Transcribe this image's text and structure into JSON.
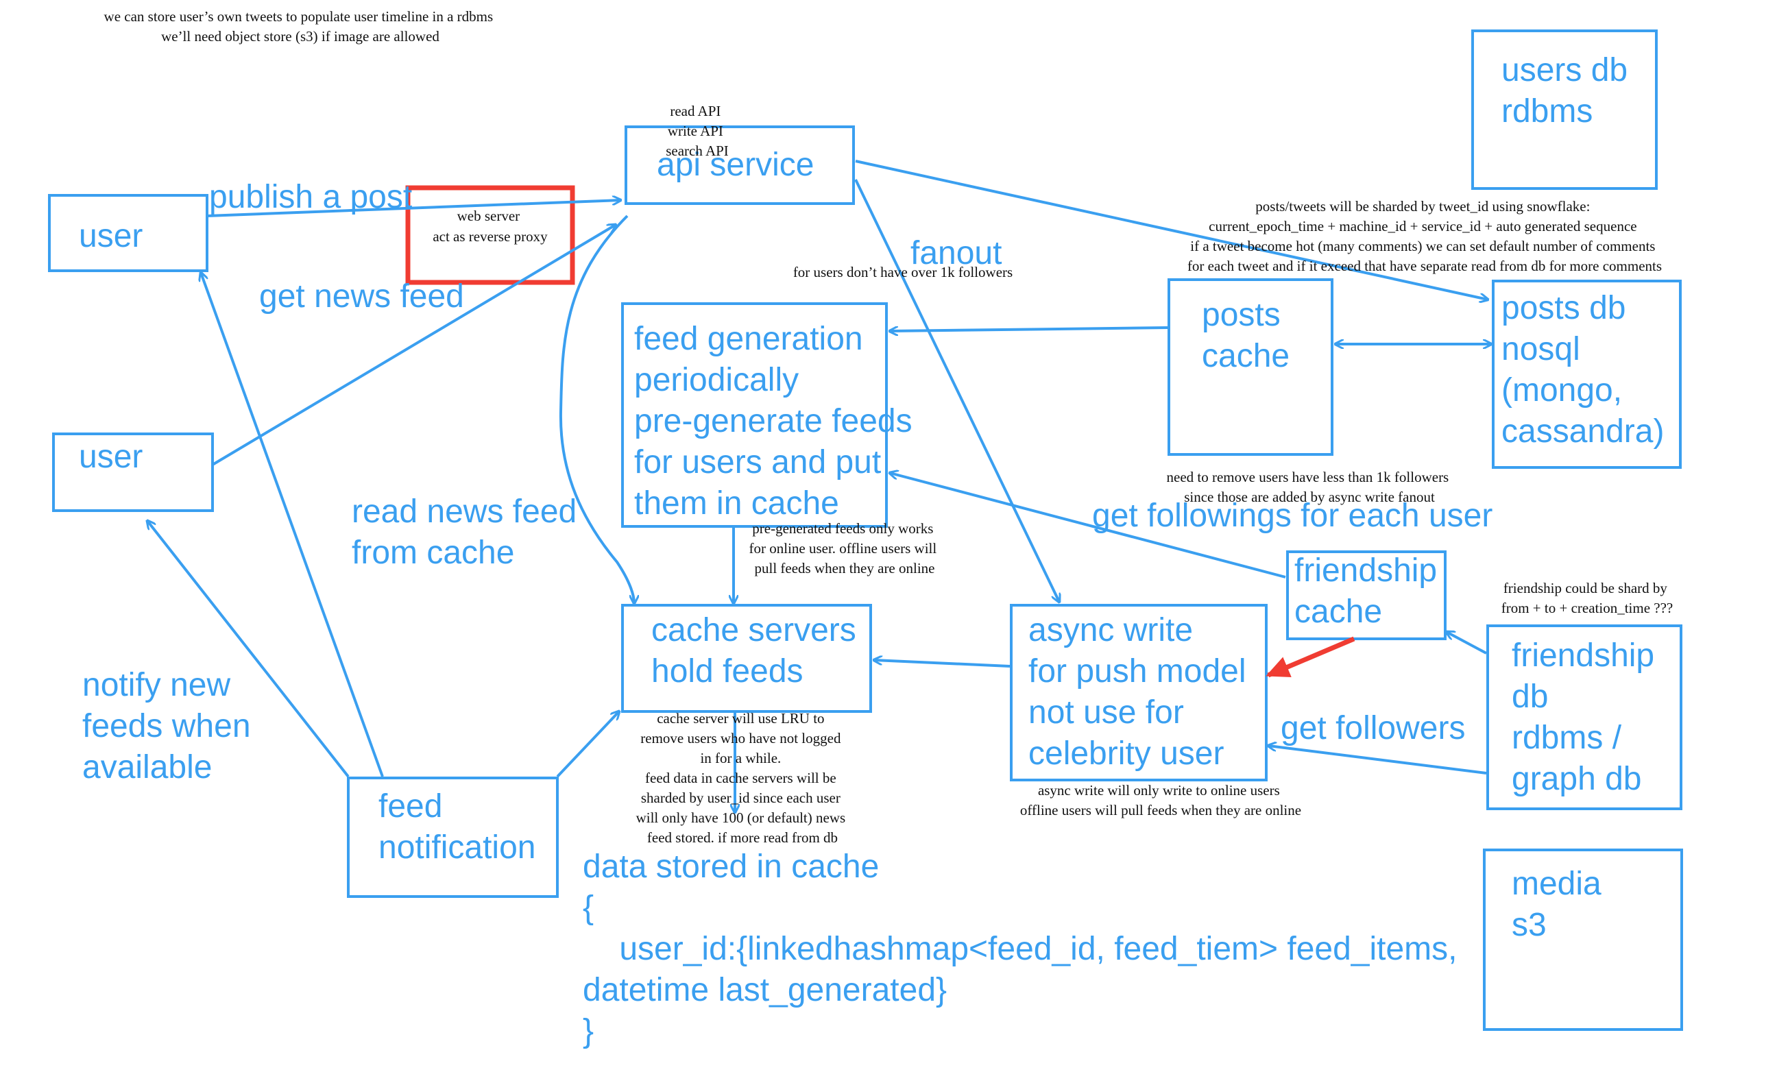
{
  "colors": {
    "accent": "#3a9ff0",
    "highlight": "#f03c32",
    "note_text": "#111111"
  },
  "nodes": {
    "user_top": [
      "user"
    ],
    "user_bottom": [
      "user"
    ],
    "api_service": [
      "api service"
    ],
    "web_server": [
      "web server",
      "act as reverse proxy"
    ],
    "users_db": [
      "users db",
      "rdbms"
    ],
    "posts_cache": [
      "posts",
      "cache"
    ],
    "posts_db": [
      "posts db",
      "nosql",
      "(mongo,",
      "cassandra)"
    ],
    "feed_generation": [
      "feed generation",
      "periodically",
      "pre-generate feeds",
      "for users and put",
      "them in cache"
    ],
    "cache_servers": [
      "cache servers",
      "hold feeds"
    ],
    "async_write": [
      "async write",
      "for push model",
      "not use for",
      "celebrity user"
    ],
    "friendship_cache": [
      "friendship",
      "cache"
    ],
    "friendship_db": [
      "friendship",
      "db",
      "rdbms /",
      "graph db"
    ],
    "feed_notification": [
      "feed",
      "notification"
    ],
    "media": [
      "media",
      "s3"
    ]
  },
  "labels": {
    "publish_a_post": "publish a post",
    "get_news_feed": "get news feed",
    "fanout": "fanout",
    "read_news_feed": [
      "read news feed",
      "from cache"
    ],
    "notify_new_feeds": [
      "notify new",
      "feeds when",
      "available"
    ],
    "get_followings": "get followings for each user",
    "get_followers": "get followers",
    "data_stored": [
      "data stored in cache",
      "{",
      "    user_id:{linkedhashmap<feed_id, feed_tiem> feed_items,",
      "datetime last_generated}",
      "}"
    ]
  },
  "notes": {
    "top_left": [
      "we can store user’s own tweets to populate user timeline in a rdbms",
      "we’ll need object store (s3) if image are allowed"
    ],
    "api_list": [
      "read API",
      "write API",
      "search API"
    ],
    "fanout_note": [
      "for users don’t have over 1k followers"
    ],
    "sharding": [
      "posts/tweets will be sharded by tweet_id using snowflake:",
      "current_epoch_time + machine_id + service_id + auto generated sequence",
      "if a tweet become hot (many comments) we can set default number of comments",
      "for  each tweet and if it exceed that have separate read from db for more comments"
    ],
    "remove_users": [
      "need to remove users have less than 1k followers",
      "since those are added by async write fanout"
    ],
    "pre_generated": [
      "pre-generated feeds only works",
      "for online user. offline users will",
      "pull feeds when they are online"
    ],
    "friendship_shard": [
      "friendship could be shard by",
      "from + to + creation_time ???"
    ],
    "lru": [
      "cache server will use LRU to",
      "remove users who have not logged",
      "in for a while.",
      "feed data in cache servers will be",
      "sharded by user_id since each user",
      "will only have 100 (or default) news",
      "feed stored. if more read from db"
    ],
    "async_note": [
      "async write will only write to online users",
      "offline users will pull feeds when they are online"
    ]
  }
}
